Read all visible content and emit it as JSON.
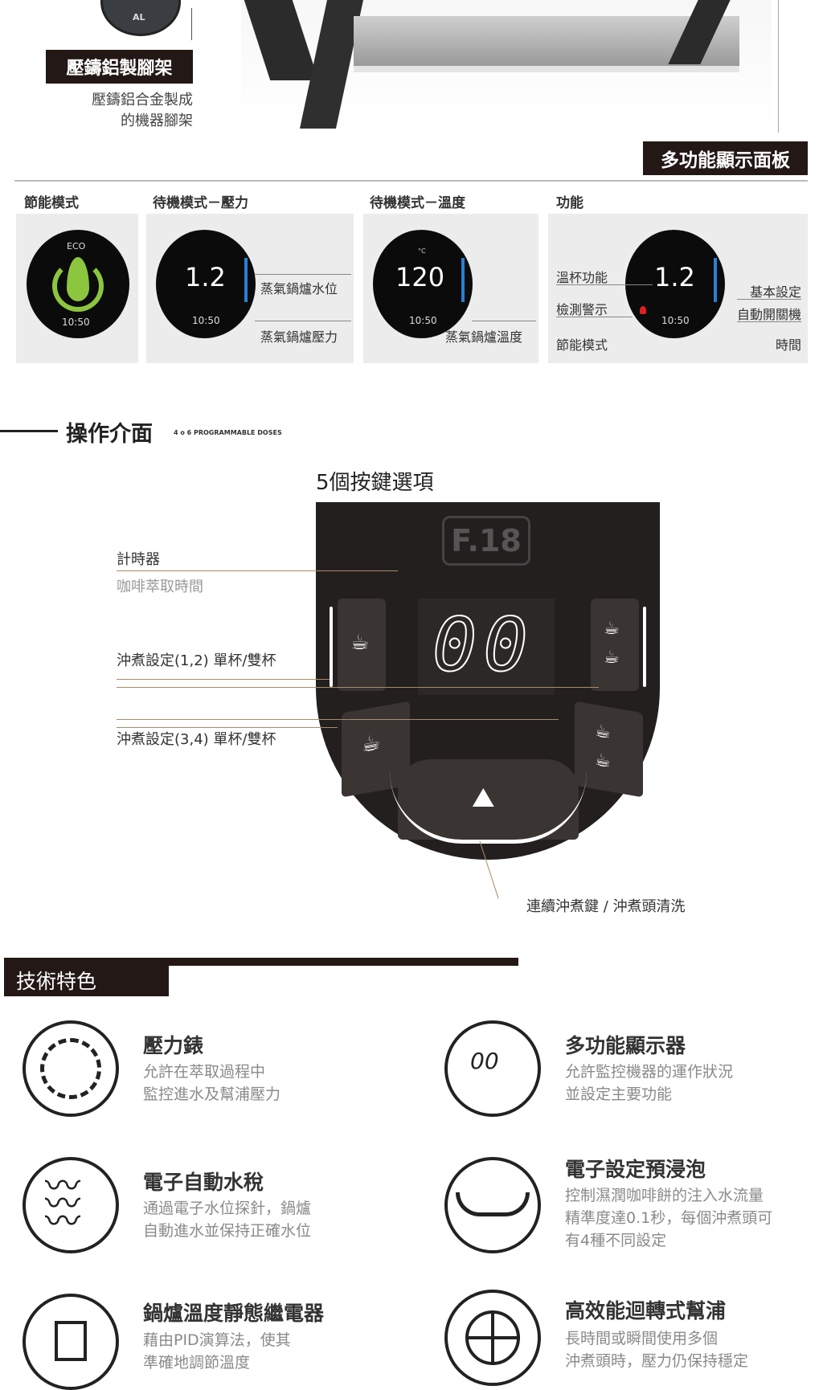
{
  "top": {
    "al_badge": "AL",
    "frame_label": "壓鑄鋁製腳架",
    "frame_desc": [
      "壓鑄鋁合金製成",
      "的機器腳架"
    ],
    "display_panel_label": "多功能顯示面板"
  },
  "modes": {
    "headers": [
      "節能模式",
      "待機模式－壓力",
      "待機模式－溫度",
      "功能"
    ],
    "eco": {
      "label": "ECO",
      "time": "10:50",
      "accent": "#8cc63f"
    },
    "pressure": {
      "value": "1.2",
      "time": "10:50",
      "callouts": [
        "蒸氣鍋爐水位",
        "蒸氣鍋爐壓力"
      ]
    },
    "temperature": {
      "value": "120",
      "unit": "°C",
      "time": "10:50",
      "callouts": [
        "蒸氣鍋爐溫度"
      ]
    },
    "functions": {
      "value": "1.2",
      "time": "10:50",
      "left_callouts": [
        "溫杯功能",
        "檢測警示",
        "節能模式"
      ],
      "right_callouts": [
        "基本設定",
        "自動開關機",
        "時間"
      ]
    }
  },
  "interface": {
    "title": "操作介面",
    "subtitle": "4 o 6 PROGRAMMABLE DOSES",
    "keys_title": "5個按鍵選項",
    "logo": "F.18",
    "timer_display": "00",
    "labels": {
      "timer": "計時器",
      "timer_sub": "咖啡萃取時間",
      "dose12": "沖煮設定(1,2) 單杯/雙杯",
      "dose34": "沖煮設定(3,4) 單杯/雙杯",
      "continuous": "連續沖煮鍵 / 沖煮頭清洗"
    },
    "callout_color": "#a88b6a"
  },
  "features": {
    "title": "技術特色",
    "items": [
      {
        "icon": "pressure-gauge-icon",
        "title": "壓力錶",
        "desc": [
          "允許在萃取過程中",
          "監控進水及幫浦壓力"
        ]
      },
      {
        "icon": "display-icon",
        "title": "多功能顯示器",
        "desc": [
          "允許監控機器的運作狀況",
          "並設定主要功能"
        ]
      },
      {
        "icon": "water-level-icon",
        "title": "電子自動水稅",
        "desc": [
          "通過電子水位探針，鍋爐",
          "自動進水並保持正確水位"
        ]
      },
      {
        "icon": "pre-infusion-icon",
        "title": "電子設定預浸泡",
        "desc": [
          "控制濕潤咖啡餅的注入水流量",
          "精準度達0.1秒，每個沖煮頭可",
          "有4種不同設定"
        ]
      },
      {
        "icon": "relay-icon",
        "title": "鍋爐溫度靜態繼電器",
        "desc": [
          "藉由PID演算法，使其",
          "準確地調節溫度"
        ]
      },
      {
        "icon": "rotary-pump-icon",
        "title": "高效能迴轉式幫浦",
        "desc": [
          "長時間或瞬間使用多個",
          "沖煮頭時，壓力仍保持穩定"
        ]
      }
    ]
  }
}
